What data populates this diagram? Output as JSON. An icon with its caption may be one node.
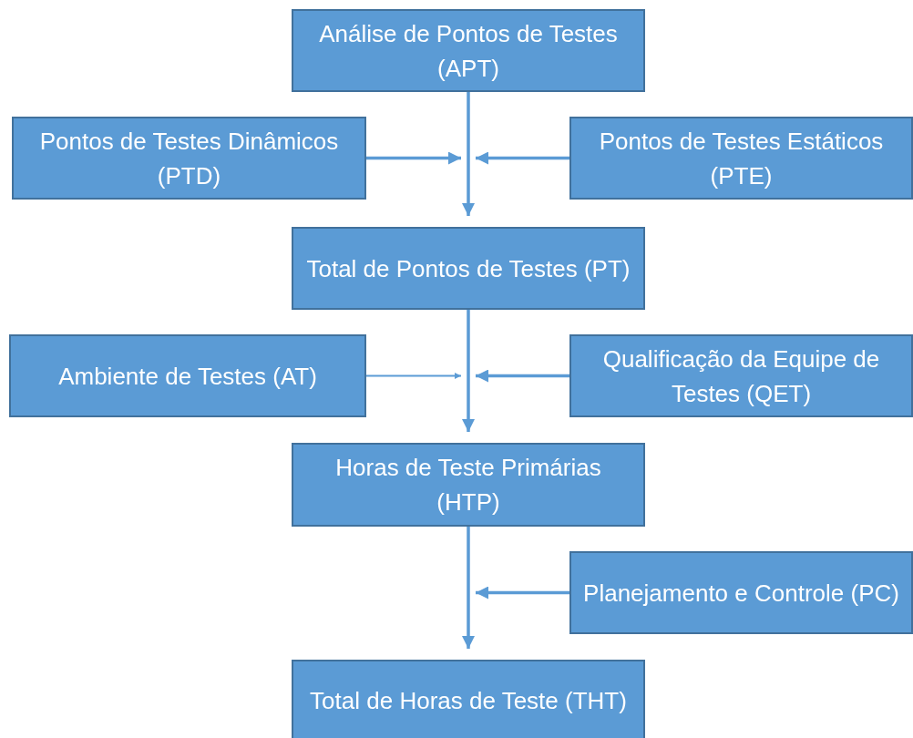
{
  "diagram": {
    "nodes": [
      {
        "text": [
          "Análise de Pontos de Testes (APT)"
        ]
      },
      {
        "text": [
          "Pontos de Testes Dinâmicos (PTD)"
        ]
      },
      {
        "text": [
          "Pontos de Testes Estáticos (PTE)"
        ]
      },
      {
        "text": [
          "Total de Pontos de Testes (PT)"
        ]
      },
      {
        "text": [
          "Ambiente de Testes (AT)"
        ]
      },
      {
        "text": [
          "Qualificação da Equipe de Testes (QET)"
        ]
      },
      {
        "text": [
          "Horas de Teste Primárias (HTP)"
        ]
      },
      {
        "text": [
          "Planejamento e Controle (PC)"
        ]
      },
      {
        "text": [
          "Total de Horas de Teste (THT)"
        ]
      }
    ],
    "edges": [
      {
        "from": 0,
        "to": 3,
        "arrow": "to"
      },
      {
        "from": 1,
        "to": null,
        "arrow": "to"
      },
      {
        "from": 2,
        "to": null,
        "arrow": "to"
      },
      {
        "from": 3,
        "to": 6,
        "arrow": "to"
      },
      {
        "from": 4,
        "to": null,
        "arrow": "to"
      },
      {
        "from": 5,
        "to": null,
        "arrow": "to"
      },
      {
        "from": 6,
        "to": 8,
        "arrow": "to"
      },
      {
        "from": 7,
        "to": null,
        "arrow": "to"
      }
    ]
  }
}
